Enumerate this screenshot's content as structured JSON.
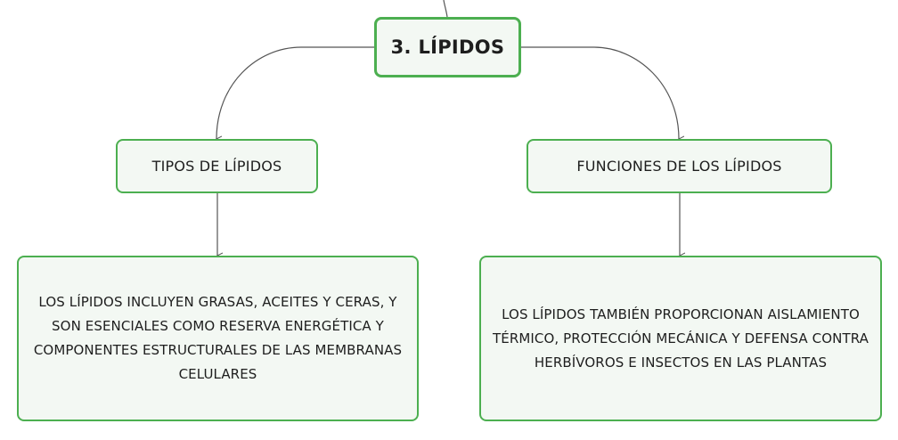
{
  "root": {
    "label": "3. LÍPIDOS"
  },
  "branches": [
    {
      "label": "TIPOS DE LÍPIDOS",
      "detail": "LOS LÍPIDOS INCLUYEN GRASAS, ACEITES Y CERAS, Y SON ESENCIALES COMO RESERVA ENERGÉTICA Y COMPONENTES ESTRUCTURALES DE LAS MEMBRANAS CELULARES"
    },
    {
      "label": "FUNCIONES DE LOS LÍPIDOS",
      "detail": "LOS LÍPIDOS TAMBIÉN PROPORCIONAN AISLAMIENTO TÉRMICO, PROTECCIÓN MECÁNICA Y DEFENSA CONTRA HERBÍVOROS E INSECTOS EN LAS PLANTAS"
    }
  ],
  "colors": {
    "node_border": "#4caf50",
    "node_fill": "#f3f8f3",
    "connector": "#555555",
    "text": "#1e1e1e"
  }
}
